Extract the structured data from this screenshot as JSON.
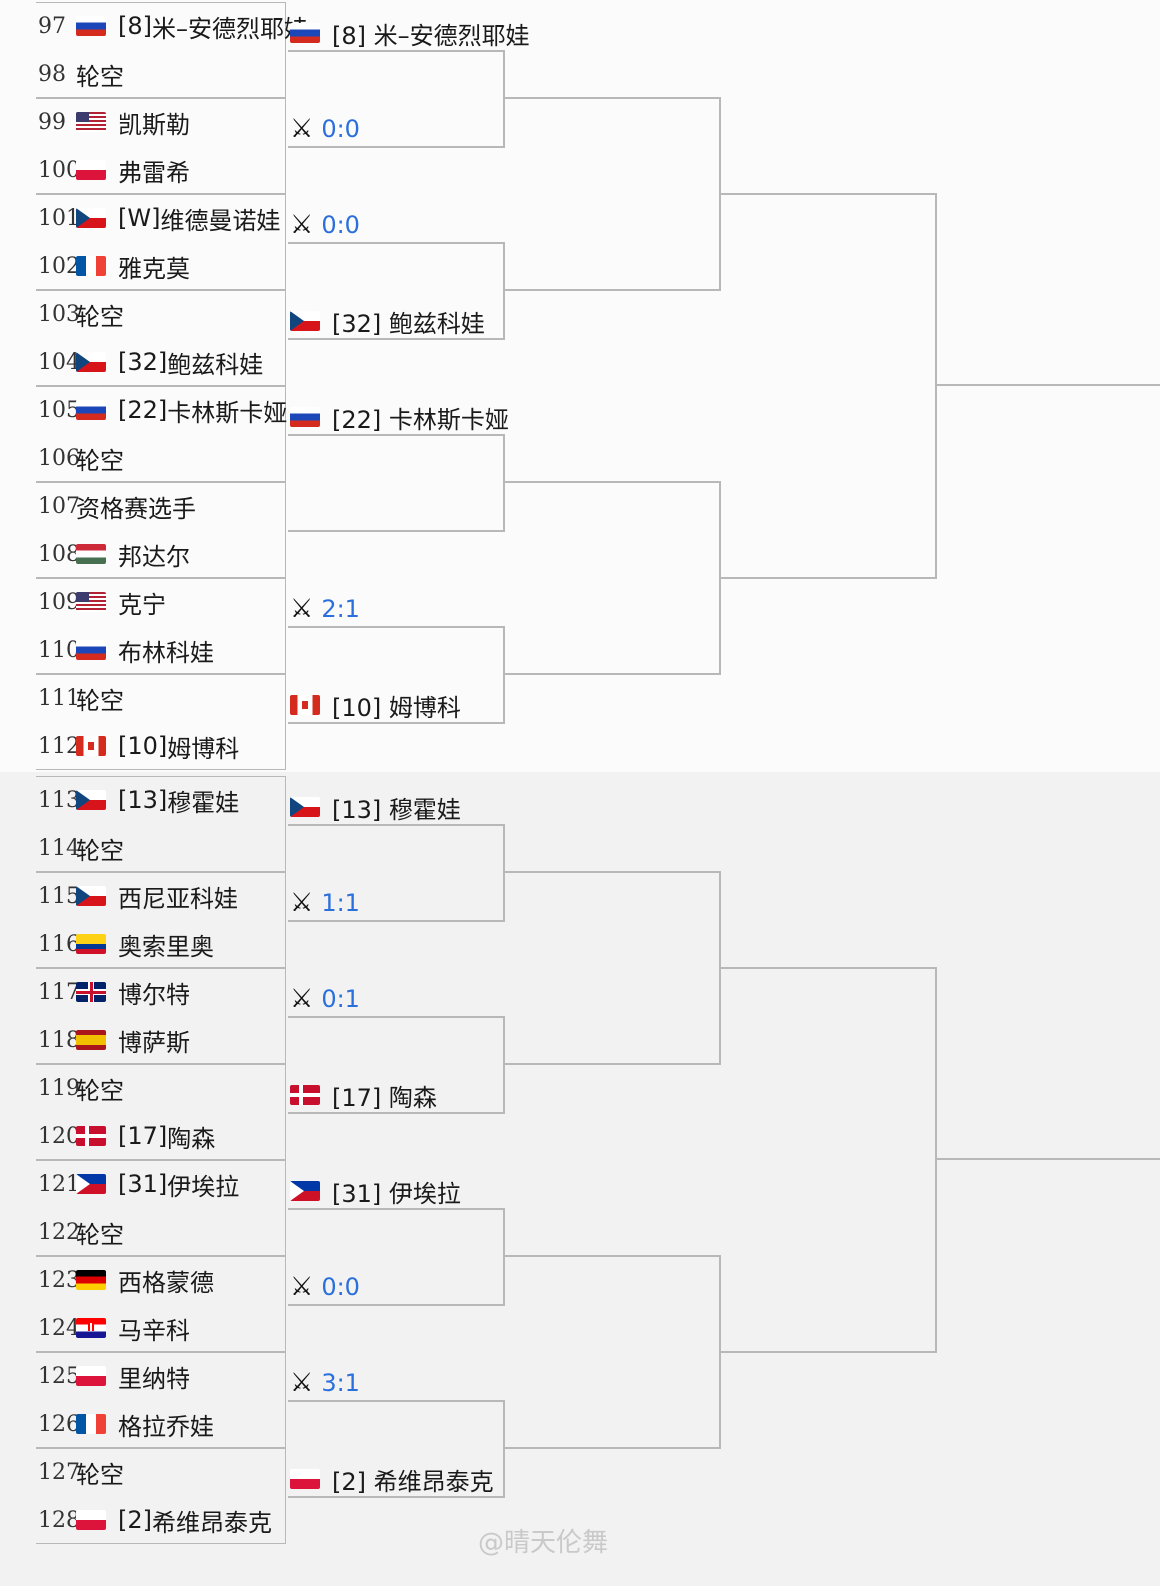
{
  "round1": [
    {
      "num": "97",
      "seed": "[8] ",
      "name": "米–安德烈耶娃",
      "flag": "ru"
    },
    {
      "num": "98",
      "seed": "",
      "name": "轮空",
      "flag": null
    },
    {
      "num": "99",
      "seed": "",
      "name": "凯斯勒",
      "flag": "us"
    },
    {
      "num": "100",
      "seed": "",
      "name": "弗雷希",
      "flag": "pl"
    },
    {
      "num": "101",
      "seed": "[W] ",
      "name": "维德曼诺娃",
      "flag": "cz"
    },
    {
      "num": "102",
      "seed": "",
      "name": "雅克莫",
      "flag": "fr"
    },
    {
      "num": "103",
      "seed": "",
      "name": "轮空",
      "flag": null
    },
    {
      "num": "104",
      "seed": "[32] ",
      "name": "鲍兹科娃",
      "flag": "cz"
    },
    {
      "num": "105",
      "seed": "[22] ",
      "name": "卡林斯卡娅",
      "flag": "ru"
    },
    {
      "num": "106",
      "seed": "",
      "name": "轮空",
      "flag": null
    },
    {
      "num": "107",
      "seed": "",
      "name": "资格赛选手",
      "flag": null
    },
    {
      "num": "108",
      "seed": "",
      "name": "邦达尔",
      "flag": "hu"
    },
    {
      "num": "109",
      "seed": "",
      "name": "克宁",
      "flag": "us"
    },
    {
      "num": "110",
      "seed": "",
      "name": "布林科娃",
      "flag": "ru"
    },
    {
      "num": "111",
      "seed": "",
      "name": "轮空",
      "flag": null
    },
    {
      "num": "112",
      "seed": "[10] ",
      "name": "姆博科",
      "flag": "ca"
    },
    {
      "num": "113",
      "seed": "[13] ",
      "name": "穆霍娃",
      "flag": "cz"
    },
    {
      "num": "114",
      "seed": "",
      "name": "轮空",
      "flag": null
    },
    {
      "num": "115",
      "seed": "",
      "name": "西尼亚科娃",
      "flag": "cz"
    },
    {
      "num": "116",
      "seed": "",
      "name": "奥索里奥",
      "flag": "co"
    },
    {
      "num": "117",
      "seed": "",
      "name": "博尔特",
      "flag": "gb"
    },
    {
      "num": "118",
      "seed": "",
      "name": "博萨斯",
      "flag": "es"
    },
    {
      "num": "119",
      "seed": "",
      "name": "轮空",
      "flag": null
    },
    {
      "num": "120",
      "seed": "[17] ",
      "name": "陶森",
      "flag": "dk"
    },
    {
      "num": "121",
      "seed": "[31] ",
      "name": "伊埃拉",
      "flag": "ph"
    },
    {
      "num": "122",
      "seed": "",
      "name": "轮空",
      "flag": null
    },
    {
      "num": "123",
      "seed": "",
      "name": "西格蒙德",
      "flag": "de"
    },
    {
      "num": "124",
      "seed": "",
      "name": "马辛科",
      "flag": "hr"
    },
    {
      "num": "125",
      "seed": "",
      "name": "里纳特",
      "flag": "pl"
    },
    {
      "num": "126",
      "seed": "",
      "name": "格拉乔娃",
      "flag": "fr"
    },
    {
      "num": "127",
      "seed": "",
      "name": "轮空",
      "flag": null
    },
    {
      "num": "128",
      "seed": "[2] ",
      "name": "希维昂泰克",
      "flag": "pl"
    }
  ],
  "round2": [
    {
      "type": "player",
      "text": "[8] 米–安德烈耶娃",
      "flag": "ru"
    },
    {
      "type": "score",
      "text": "0:0"
    },
    {
      "type": "score",
      "text": "0:0"
    },
    {
      "type": "player",
      "text": "[32] 鲍兹科娃",
      "flag": "cz"
    },
    {
      "type": "player",
      "text": "[22] 卡林斯卡娅",
      "flag": "ru"
    },
    {
      "type": "empty",
      "text": ""
    },
    {
      "type": "score",
      "text": "2:1"
    },
    {
      "type": "player",
      "text": "[10] 姆博科",
      "flag": "ca"
    },
    {
      "type": "player",
      "text": "[13] 穆霍娃",
      "flag": "cz"
    },
    {
      "type": "score",
      "text": "1:1"
    },
    {
      "type": "score",
      "text": "0:1"
    },
    {
      "type": "player",
      "text": "[17] 陶森",
      "flag": "dk"
    },
    {
      "type": "player",
      "text": "[31] 伊埃拉",
      "flag": "ph"
    },
    {
      "type": "score",
      "text": "0:0"
    },
    {
      "type": "score",
      "text": "3:1"
    },
    {
      "type": "player",
      "text": "[2] 希维昂泰克",
      "flag": "pl"
    }
  ],
  "icons": {
    "score_icon": "crossed-swords-icon"
  },
  "watermark": "@晴天伦舞",
  "colors": {
    "score": "#2a6fdb",
    "line": "#b8b8b8",
    "panel_top": "#fbfbfc",
    "panel_bottom": "#f2f2f3"
  }
}
